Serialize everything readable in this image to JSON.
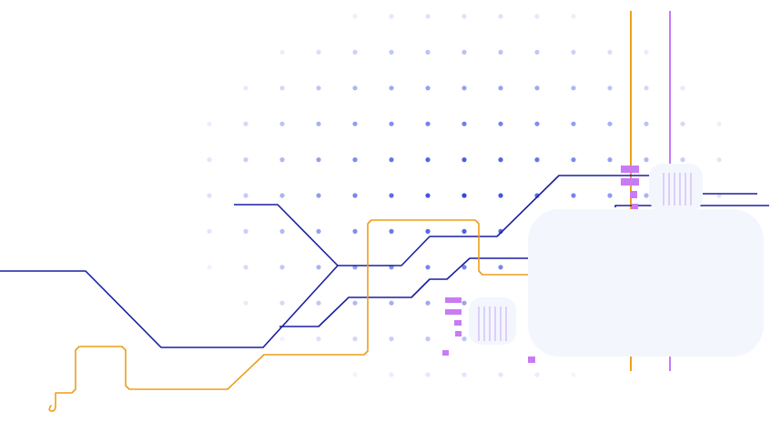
{
  "palette": {
    "background": "#ffffff",
    "dot": "#3347e0",
    "navy_trace": "#1a1f9e",
    "orange_trace": "#ec9e1c",
    "purple": "#c97af5",
    "panel": "#f3f7fd",
    "chip": "#f3f7fd",
    "chip_lines": "#c8a4f2"
  },
  "illustration": {
    "kind": "decorative circuit-board illustration",
    "elements": [
      "dot-grid",
      "navy-traces",
      "orange-traces",
      "vertical-pins",
      "microchip-small",
      "microchip-top",
      "connector-pads",
      "large-panel"
    ]
  }
}
